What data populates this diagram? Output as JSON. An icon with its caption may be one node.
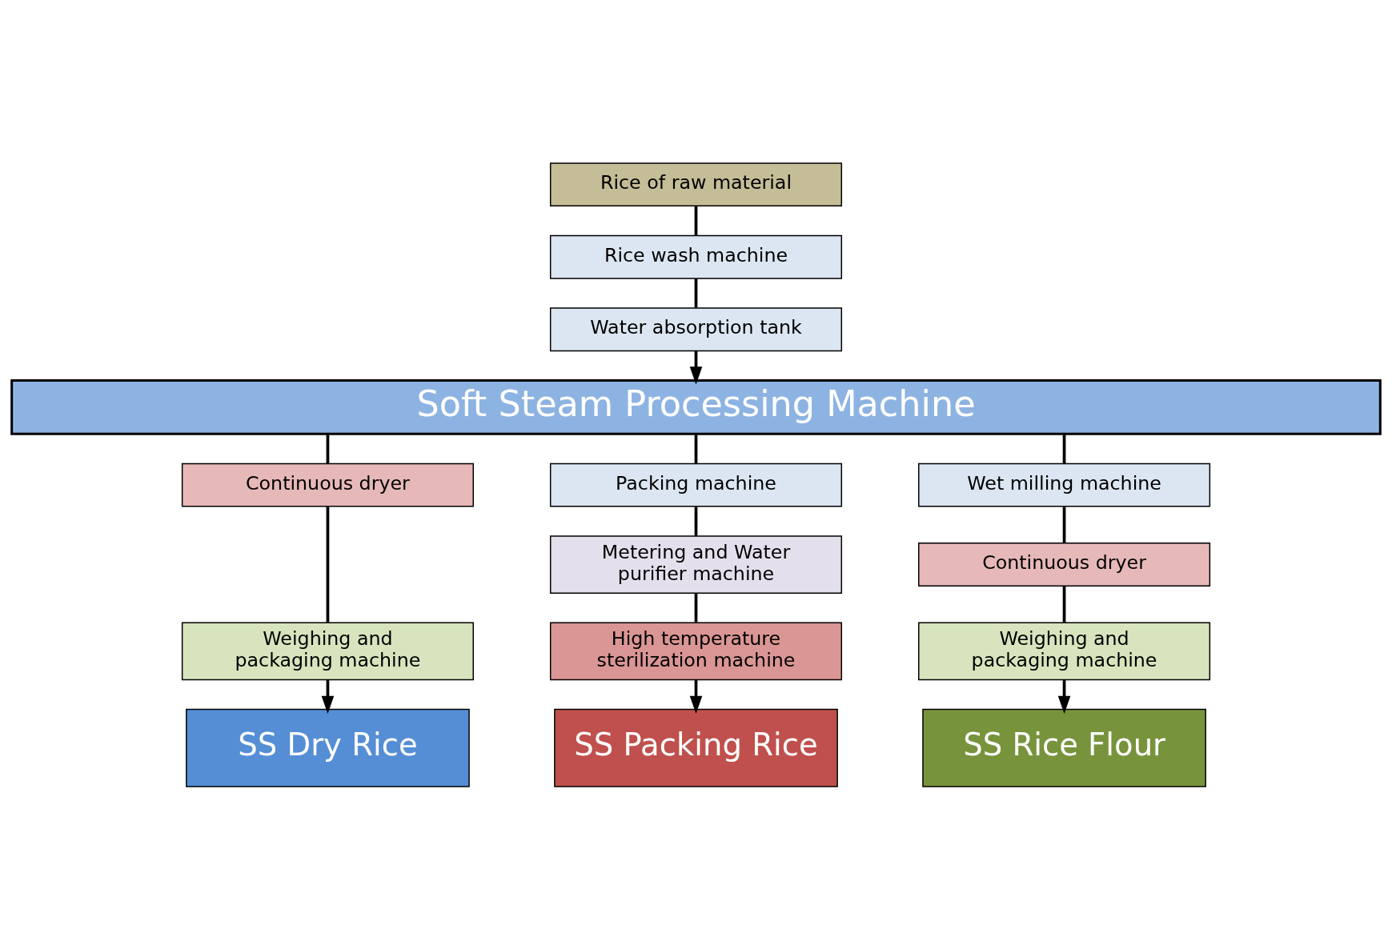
{
  "diagram": {
    "nodes": [
      {
        "text": [
          "Rice of raw material"
        ]
      },
      {
        "text": [
          "Rice wash machine"
        ]
      },
      {
        "text": [
          "Water absorption tank"
        ]
      },
      {
        "text": [
          "Soft Steam Processing Machine"
        ]
      },
      {
        "text": [
          "Continuous dryer"
        ]
      },
      {
        "text": [
          "Packing machine"
        ]
      },
      {
        "text": [
          "Wet milling machine"
        ]
      },
      {
        "text": [
          "Weighing and packaging machine"
        ]
      },
      {
        "text": [
          "Metering and Water purifier machine"
        ]
      },
      {
        "text": [
          "Continuous dryer"
        ]
      },
      {
        "text": [
          "High temperature sterilization machine"
        ]
      },
      {
        "text": [
          "Weighing and packaging machine"
        ]
      },
      {
        "text": [
          "SS Dry Rice"
        ]
      },
      {
        "text": [
          "SS Packing Rice"
        ]
      },
      {
        "text": [
          "SS Rice Flour"
        ]
      }
    ],
    "edges": [
      {
        "from": 0,
        "to": 1,
        "arrow": "none"
      },
      {
        "from": 1,
        "to": 2,
        "arrow": "none"
      },
      {
        "from": 2,
        "to": 3,
        "arrow": "to"
      },
      {
        "from": 3,
        "to": 4,
        "arrow": "none"
      },
      {
        "from": 4,
        "to": 7,
        "arrow": "none"
      },
      {
        "from": 7,
        "to": 12,
        "arrow": "to"
      },
      {
        "from": 3,
        "to": 5,
        "arrow": "none"
      },
      {
        "from": 5,
        "to": 8,
        "arrow": "none"
      },
      {
        "from": 8,
        "to": 10,
        "arrow": "none"
      },
      {
        "from": 10,
        "to": 13,
        "arrow": "to"
      },
      {
        "from": 3,
        "to": 6,
        "arrow": "none"
      },
      {
        "from": 6,
        "to": 9,
        "arrow": "none"
      },
      {
        "from": 9,
        "to": 11,
        "arrow": "none"
      },
      {
        "from": 11,
        "to": 14,
        "arrow": "to"
      }
    ]
  }
}
